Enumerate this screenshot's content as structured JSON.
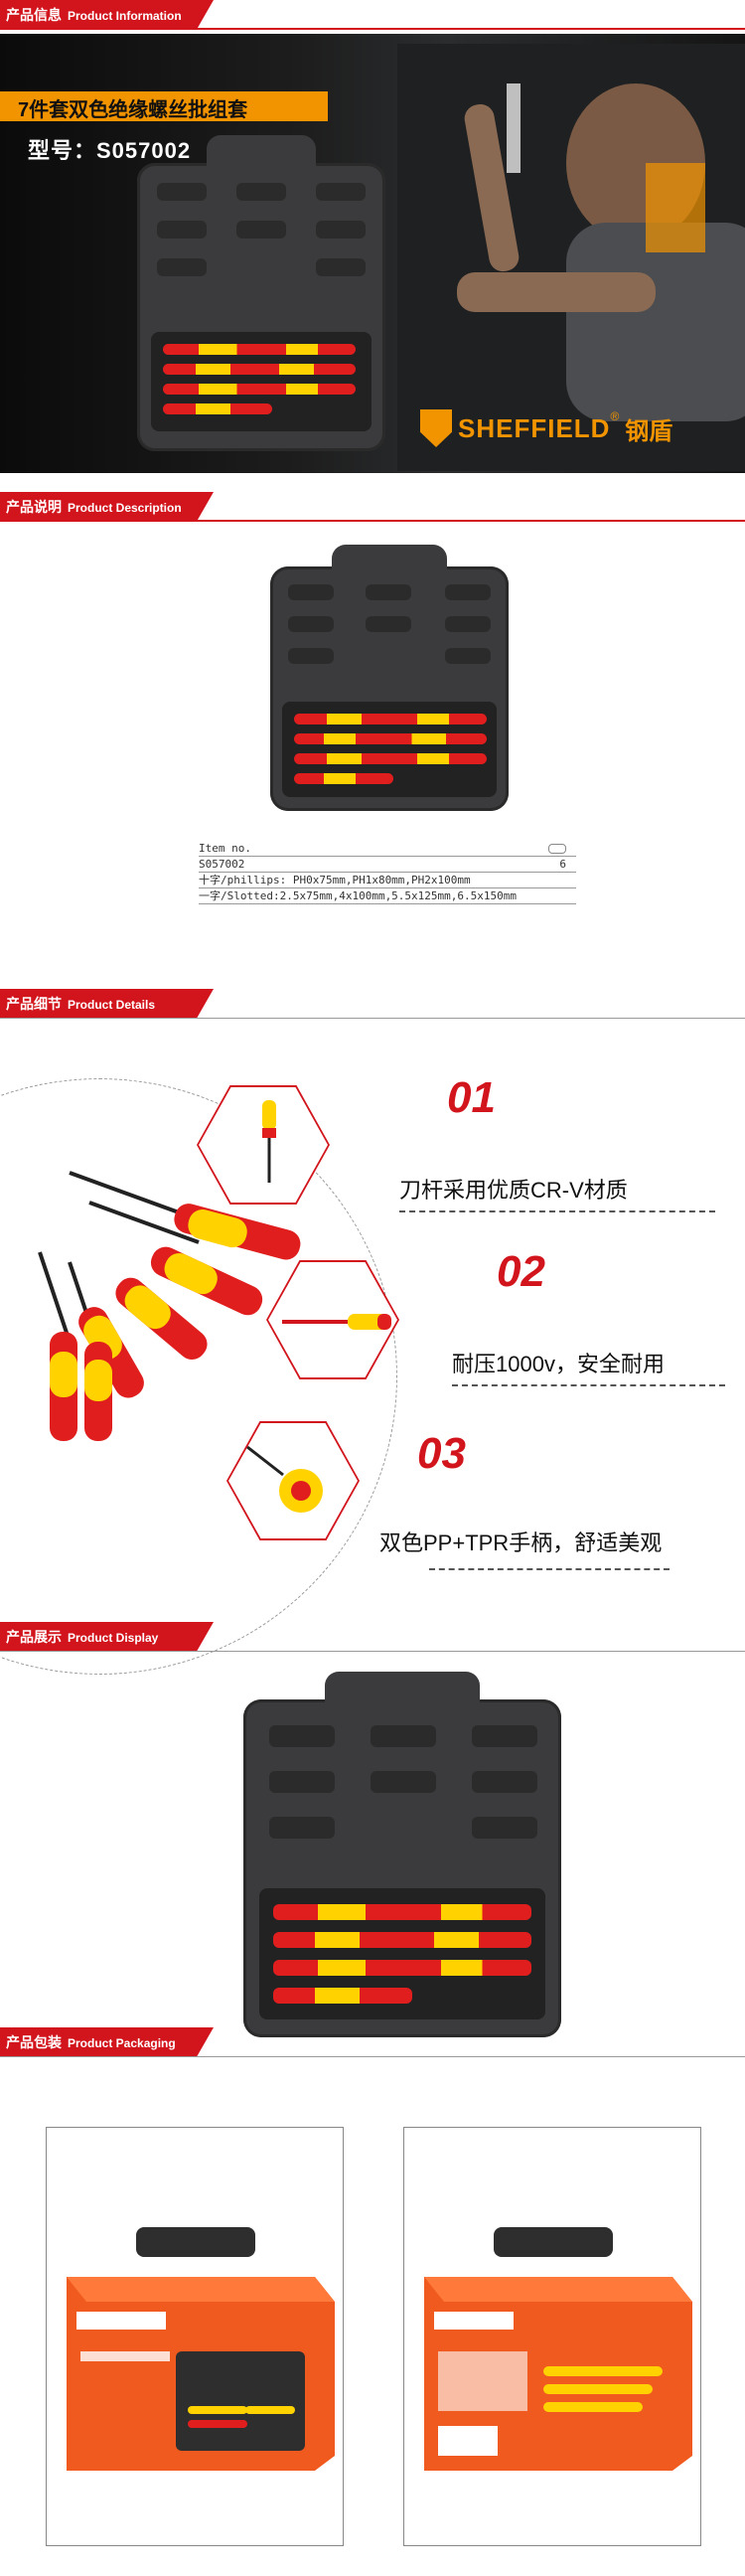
{
  "sections": {
    "info": {
      "cn": "产品信息",
      "en": "Product Information"
    },
    "description": {
      "cn": "产品说明",
      "en": "Product Description"
    },
    "details": {
      "cn": "产品细节",
      "en": "Product Details"
    },
    "display": {
      "cn": "产品展示",
      "en": "Product Display"
    },
    "packaging": {
      "cn": "产品包装",
      "en": "Product Packaging"
    }
  },
  "hero": {
    "title": "7件套双色绝缘螺丝批组套",
    "model": "型号：S057002",
    "brand_name": "SHEFFIELD",
    "brand_mark": "®",
    "brand_cn": "钢盾"
  },
  "spec": {
    "header_label": "Item no.",
    "header_qty_icon": "qty-badge",
    "model": "S057002",
    "qty": "6",
    "line1": "十字/phillips: PH0x75mm,PH1x80mm,PH2x100mm",
    "line2": "一字/Slotted:2.5x75mm,4x100mm,5.5x125mm,6.5x150mm"
  },
  "details": [
    {
      "num": "01",
      "text": "刀杆采用优质CR-V材质"
    },
    {
      "num": "02",
      "text": "耐压1000v，安全耐用"
    },
    {
      "num": "03",
      "text": "双色PP+TPR手柄，舒适美观"
    }
  ],
  "colors": {
    "accent": "#d2141c",
    "brand_orange": "#f29400",
    "case": "#3b3b3d"
  }
}
